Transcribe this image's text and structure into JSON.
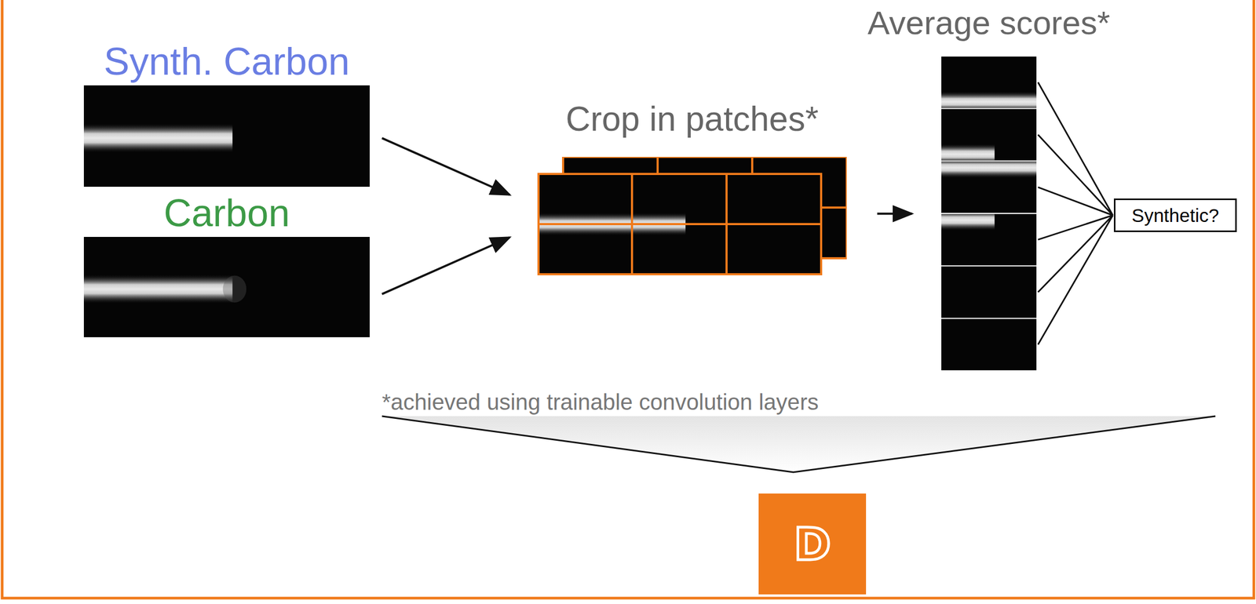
{
  "diagram": {
    "nodes": [
      {
        "text": [
          "Synth. Carbon"
        ]
      },
      {
        "text": [
          "Carbon"
        ]
      },
      {
        "text": [
          "Crop in patches*"
        ]
      },
      {
        "text": [
          "Average scores*"
        ]
      },
      {
        "text": [
          "Synthetic?"
        ]
      },
      {
        "text": [
          "D"
        ]
      }
    ],
    "edges": [
      {
        "from": 0,
        "to": 2,
        "arrow": "to"
      },
      {
        "from": 1,
        "to": 2,
        "arrow": "to"
      },
      {
        "from": 2,
        "to": 3,
        "arrow": "to"
      },
      {
        "from": 3,
        "to": 4,
        "arrow": "none"
      }
    ],
    "labels": [
      "*achieved using trainable convolution layers"
    ]
  }
}
